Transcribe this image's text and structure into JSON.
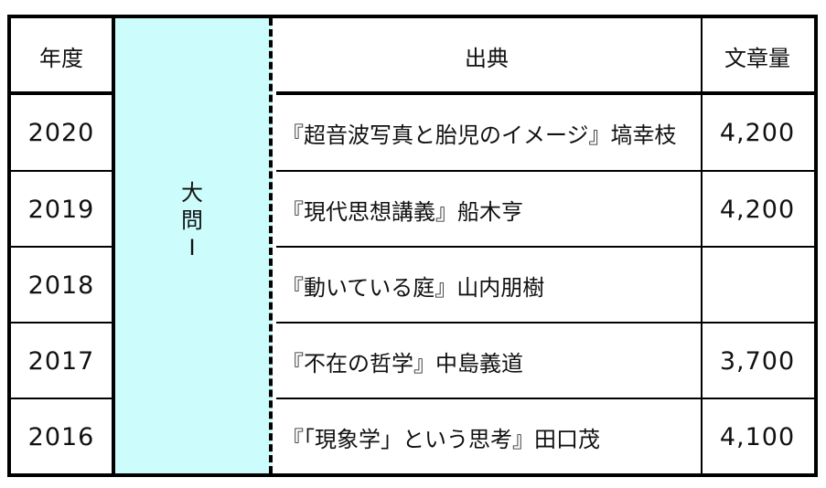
{
  "header": {
    "year": "年度",
    "source": "出典",
    "length": "文章量"
  },
  "section": {
    "line1": "大",
    "line2": "問",
    "line3": "Ⅰ"
  },
  "rows": [
    {
      "year": "2020",
      "source": "『超音波写真と胎児のイメージ』塙幸枝",
      "length": "4,200"
    },
    {
      "year": "2019",
      "source": "『現代思想講義』船木亨",
      "length": "4,200"
    },
    {
      "year": "2018",
      "source": "『動いている庭』山内朋樹",
      "length": ""
    },
    {
      "year": "2017",
      "source": "『不在の哲学』中島義道",
      "length": "3,700"
    },
    {
      "year": "2016",
      "source": "『「現象学」という思考』田口茂",
      "length": "4,100"
    }
  ]
}
